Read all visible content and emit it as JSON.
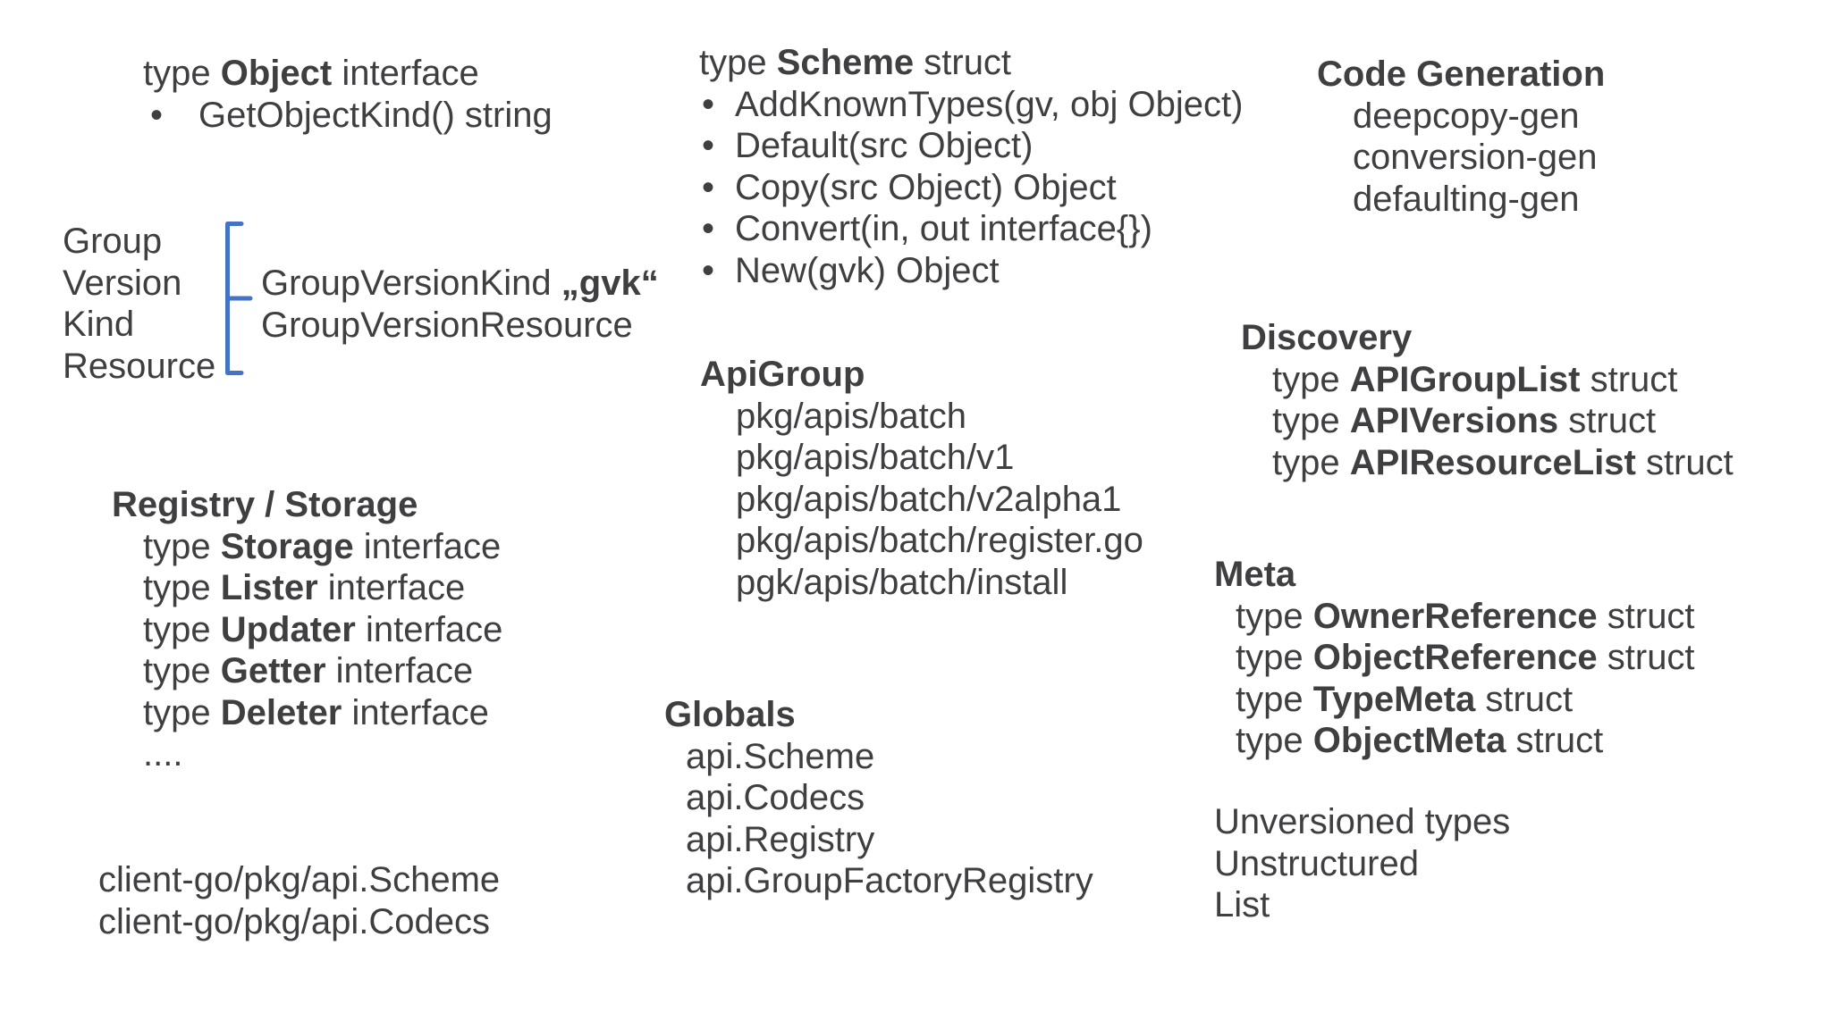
{
  "slide": {
    "background": "#ffffff",
    "text_color": "#3f3f42",
    "brace_color": "#4472c4"
  },
  "object_block": {
    "bullet": "•",
    "title": {
      "pre": "type ",
      "bold": "Object",
      "post": " interface"
    },
    "methods": [
      "GetObjectKind() string"
    ]
  },
  "gvkr_block": {
    "terms": [
      "Group",
      "Version",
      "Kind",
      "Resource"
    ],
    "kind_line": {
      "pre": "GroupVersionKind ",
      "bold": "„gvk“"
    },
    "resource_line": "GroupVersionResource"
  },
  "registry_block": {
    "title": "Registry / Storage",
    "items": [
      {
        "pre": "type ",
        "bold": "Storage",
        "post": " interface"
      },
      {
        "pre": "type ",
        "bold": "Lister",
        "post": " interface"
      },
      {
        "pre": "type ",
        "bold": "Updater",
        "post": " interface"
      },
      {
        "pre": "type ",
        "bold": "Getter",
        "post": " interface"
      },
      {
        "pre": "type ",
        "bold": "Deleter",
        "post": " interface"
      },
      {
        "pre": "....",
        "bold": "",
        "post": ""
      }
    ]
  },
  "clientgo_block": {
    "lines": [
      "client-go/pkg/api.Scheme",
      "client-go/pkg/api.Codecs"
    ]
  },
  "scheme_block": {
    "bullet": "•",
    "title": {
      "pre": "type ",
      "bold": "Scheme",
      "post": " struct"
    },
    "methods": [
      "AddKnownTypes(gv, obj Object)",
      "Default(src Object)",
      "Copy(src Object) Object",
      "Convert(in, out interface{})",
      "New(gvk) Object"
    ]
  },
  "apigroup_block": {
    "title": "ApiGroup",
    "items": [
      "pkg/apis/batch",
      "pkg/apis/batch/v1",
      "pkg/apis/batch/v2alpha1",
      "pkg/apis/batch/register.go",
      "pgk/apis/batch/install"
    ]
  },
  "globals_block": {
    "title": "Globals",
    "items": [
      "api.Scheme",
      "api.Codecs",
      "api.Registry",
      "api.GroupFactoryRegistry"
    ]
  },
  "codegen_block": {
    "title": "Code Generation",
    "items": [
      "deepcopy-gen",
      "conversion-gen",
      "defaulting-gen"
    ]
  },
  "discovery_block": {
    "title": "Discovery",
    "items": [
      {
        "pre": "type ",
        "bold": "APIGroupList",
        "post": " struct"
      },
      {
        "pre": "type ",
        "bold": "APIVersions",
        "post": " struct"
      },
      {
        "pre": "type ",
        "bold": "APIResourceList",
        "post": " struct"
      }
    ]
  },
  "meta_block": {
    "title": "Meta",
    "items": [
      {
        "pre": "type ",
        "bold": "OwnerReference",
        "post": " struct"
      },
      {
        "pre": "type ",
        "bold": "ObjectReference",
        "post": " struct"
      },
      {
        "pre": "type ",
        "bold": "TypeMeta",
        "post": " struct"
      },
      {
        "pre": "type ",
        "bold": "ObjectMeta",
        "post": " struct"
      }
    ]
  },
  "unversioned_block": {
    "lines": [
      "Unversioned types",
      "Unstructured",
      "List"
    ]
  }
}
